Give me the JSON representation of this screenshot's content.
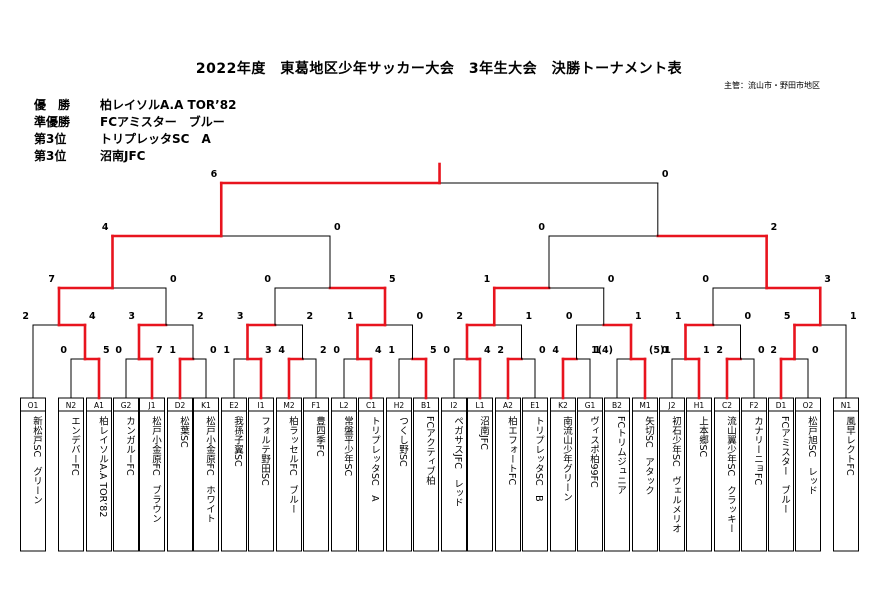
{
  "header": {
    "title": "2022年度　東葛地区少年サッカー大会　3年生大会　決勝トーナメント表",
    "organizer": "主管：流山市・野田市地区"
  },
  "results": [
    {
      "rank": "優　勝",
      "team": "柏レイソルA.A TOR’82"
    },
    {
      "rank": "準優勝",
      "team": "FCアミスター　ブルー"
    },
    {
      "rank": "第3位",
      "team": "トリプレッタSC　A"
    },
    {
      "rank": "第3位",
      "team": "沼南JFC"
    }
  ],
  "teams": [
    {
      "code": "O1",
      "name": "新松戸SC　グリーン"
    },
    {
      "code": "N2",
      "name": "エンデバーFC"
    },
    {
      "code": "A1",
      "name": "柏レイソルA.A TOR’82"
    },
    {
      "code": "G2",
      "name": "カンガルーFC"
    },
    {
      "code": "J1",
      "name": "松戸小金原FC　ブラウン"
    },
    {
      "code": "D2",
      "name": "松葉SC"
    },
    {
      "code": "K1",
      "name": "松戸小金原FC　ホワイト"
    },
    {
      "code": "E2",
      "name": "我孫子翼SC"
    },
    {
      "code": "I1",
      "name": "フォルテ野田SC"
    },
    {
      "code": "M2",
      "name": "柏ラッセルFC　ブルー"
    },
    {
      "code": "F1",
      "name": "豊四季FC"
    },
    {
      "code": "L2",
      "name": "常盤平少年SC"
    },
    {
      "code": "C1",
      "name": "トリプレッタSC　A"
    },
    {
      "code": "H2",
      "name": "つくし野SC"
    },
    {
      "code": "B1",
      "name": "FCアクティブ柏"
    },
    {
      "code": "I2",
      "name": "ペガサスJFC　レッド"
    },
    {
      "code": "L1",
      "name": "沼南JFC"
    },
    {
      "code": "A2",
      "name": "柏エフォートFC"
    },
    {
      "code": "E1",
      "name": "トリプレッタSC　B"
    },
    {
      "code": "K2",
      "name": "南流山少年グリーン"
    },
    {
      "code": "G1",
      "name": "ヴィスポ柏99FC"
    },
    {
      "code": "B2",
      "name": "FCトリムジュニア"
    },
    {
      "code": "M1",
      "name": "矢切SC　アタック"
    },
    {
      "code": "J2",
      "name": "初石少年SC　ヴェルメリオ"
    },
    {
      "code": "H1",
      "name": "上本郷SC"
    },
    {
      "code": "C2",
      "name": "流山翼少年SC　クラッキー"
    },
    {
      "code": "F2",
      "name": "カナリーニョFC"
    },
    {
      "code": "D1",
      "name": "FCアミスター　ブルー"
    },
    {
      "code": "O2",
      "name": "松戸旭SC　レッド"
    },
    {
      "code": "N1",
      "name": "風早レクトFC"
    }
  ],
  "matches": {
    "r1": [
      {
        "left": "0",
        "right": "5"
      },
      {
        "left": "0",
        "right": "7"
      },
      {
        "left": "1",
        "right": "0"
      },
      {
        "left": "1",
        "right": "3"
      },
      {
        "left": "4",
        "right": "2"
      },
      {
        "left": "0",
        "right": "4"
      },
      {
        "left": "1",
        "right": "5"
      },
      {
        "left": "0",
        "right": "4"
      },
      {
        "left": "2",
        "right": "0"
      },
      {
        "left": "4",
        "right": "1"
      },
      {
        "left": "1(4)",
        "right": "(5)1"
      },
      {
        "left": "0",
        "right": "1"
      },
      {
        "left": "2",
        "right": "0"
      },
      {
        "left": "2",
        "right": "0"
      }
    ],
    "r2": [
      {
        "left": "2",
        "right": "4"
      },
      {
        "left": "3",
        "right": "2"
      },
      {
        "left": "3",
        "right": "2"
      },
      {
        "left": "1",
        "right": "0"
      },
      {
        "left": "2",
        "right": "1"
      },
      {
        "left": "0",
        "right": "1"
      },
      {
        "left": "1",
        "right": "0"
      },
      {
        "left": "5",
        "right": "1"
      }
    ],
    "r3": [
      {
        "left": "7",
        "right": "0"
      },
      {
        "left": "0",
        "right": "5"
      },
      {
        "left": "1",
        "right": "0"
      },
      {
        "left": "0",
        "right": "3"
      }
    ],
    "r4": [
      {
        "left": "4",
        "right": "0"
      },
      {
        "left": "0",
        "right": "2"
      }
    ],
    "final": {
      "left": "6",
      "right": "0"
    }
  },
  "colors": {
    "winner_line": "#e8141e",
    "line": "#000000"
  }
}
